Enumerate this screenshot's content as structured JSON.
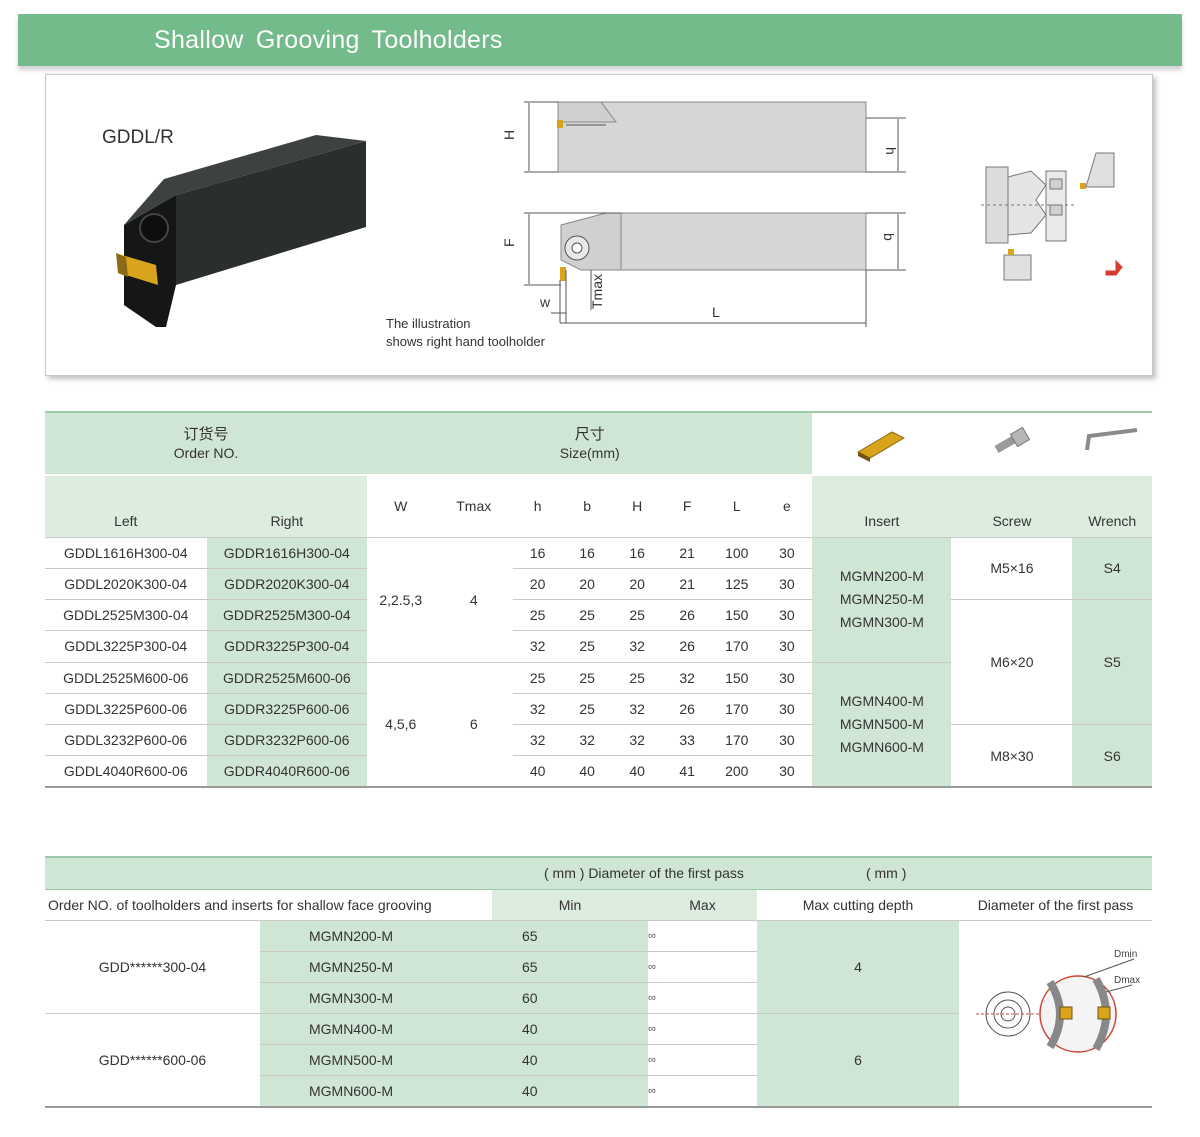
{
  "header": {
    "title": "Shallow Grooving Toolholders"
  },
  "illustration": {
    "model": "GDDL/R",
    "note_line1": "The illustration",
    "note_line2": "shows right hand toolholder",
    "dim_labels": {
      "H": "H",
      "h": "h",
      "F": "F",
      "b": "b",
      "Tmax": "Tmax",
      "w": "w",
      "L": "L"
    },
    "colors": {
      "tool_body": "#1c1f1e",
      "insert": "#d9a41c",
      "part_gray": "#d6d6d6",
      "arrow": "#d53a2d"
    }
  },
  "table1": {
    "order_cn": "订货号",
    "order_en": "Order NO.",
    "size_cn": "尺寸",
    "size_en": "Size(mm)",
    "columns": [
      "Left",
      "Right",
      "W",
      "Tmax",
      "h",
      "b",
      "H",
      "F",
      "L",
      "e",
      "Insert",
      "Screw",
      "Wrench"
    ],
    "rows": [
      {
        "left": "GDDL1616H300-04",
        "right": "GDDR1616H300-04",
        "h": "16",
        "b": "16",
        "H": "16",
        "F": "21",
        "L": "100",
        "e": "30"
      },
      {
        "left": "GDDL2020K300-04",
        "right": "GDDR2020K300-04",
        "h": "20",
        "b": "20",
        "H": "20",
        "F": "21",
        "L": "125",
        "e": "30"
      },
      {
        "left": "GDDL2525M300-04",
        "right": "GDDR2525M300-04",
        "h": "25",
        "b": "25",
        "H": "25",
        "F": "26",
        "L": "150",
        "e": "30"
      },
      {
        "left": "GDDL3225P300-04",
        "right": "GDDR3225P300-04",
        "h": "32",
        "b": "25",
        "H": "32",
        "F": "26",
        "L": "170",
        "e": "30"
      },
      {
        "left": "GDDL2525M600-06",
        "right": "GDDR2525M600-06",
        "h": "25",
        "b": "25",
        "H": "25",
        "F": "32",
        "L": "150",
        "e": "30"
      },
      {
        "left": "GDDL3225P600-06",
        "right": "GDDR3225P600-06",
        "h": "32",
        "b": "25",
        "H": "32",
        "F": "26",
        "L": "170",
        "e": "30"
      },
      {
        "left": "GDDL3232P600-06",
        "right": "GDDR3232P600-06",
        "h": "32",
        "b": "32",
        "H": "32",
        "F": "33",
        "L": "170",
        "e": "30"
      },
      {
        "left": "GDDL4040R600-06",
        "right": "GDDR4040R600-06",
        "h": "40",
        "b": "40",
        "H": "40",
        "F": "41",
        "L": "200",
        "e": "30"
      }
    ],
    "groups": [
      {
        "W": "2,2.5,3",
        "Tmax": "4",
        "inserts": [
          "MGMN200-M",
          "MGMN250-M",
          "MGMN300-M"
        ]
      },
      {
        "W": "4,5,6",
        "Tmax": "6",
        "inserts": [
          "MGMN400-M",
          "MGMN500-M",
          "MGMN600-M"
        ]
      }
    ],
    "screws": [
      {
        "screw": "M5×16",
        "wrench": "S4"
      },
      {
        "screw": "M6×20",
        "wrench": "S5"
      },
      {
        "screw": "M8×30",
        "wrench": "S6"
      }
    ]
  },
  "table2": {
    "top_label_a": "( mm ) Diameter of the first pass",
    "top_label_b": "( mm )",
    "title": "Order NO. of toolholders and inserts for shallow face grooving",
    "col_min": "Min",
    "col_max": "Max",
    "col_depth": "Max cutting  depth",
    "col_diam": "Diameter of the first pass",
    "groups": [
      {
        "holder": "GDD******300-04",
        "depth": "4",
        "rows": [
          {
            "insert": "MGMN200-M",
            "min": "65",
            "max": "∞"
          },
          {
            "insert": "MGMN250-M",
            "min": "65",
            "max": "∞"
          },
          {
            "insert": "MGMN300-M",
            "min": "60",
            "max": "∞"
          }
        ]
      },
      {
        "holder": "GDD******600-06",
        "depth": "6",
        "rows": [
          {
            "insert": "MGMN400-M",
            "min": "40",
            "max": "∞"
          },
          {
            "insert": "MGMN500-M",
            "min": "40",
            "max": "∞"
          },
          {
            "insert": "MGMN600-M",
            "min": "40",
            "max": "∞"
          }
        ]
      }
    ],
    "diagram_labels": {
      "dmin": "Dmin",
      "dmax": "Dmax"
    }
  }
}
